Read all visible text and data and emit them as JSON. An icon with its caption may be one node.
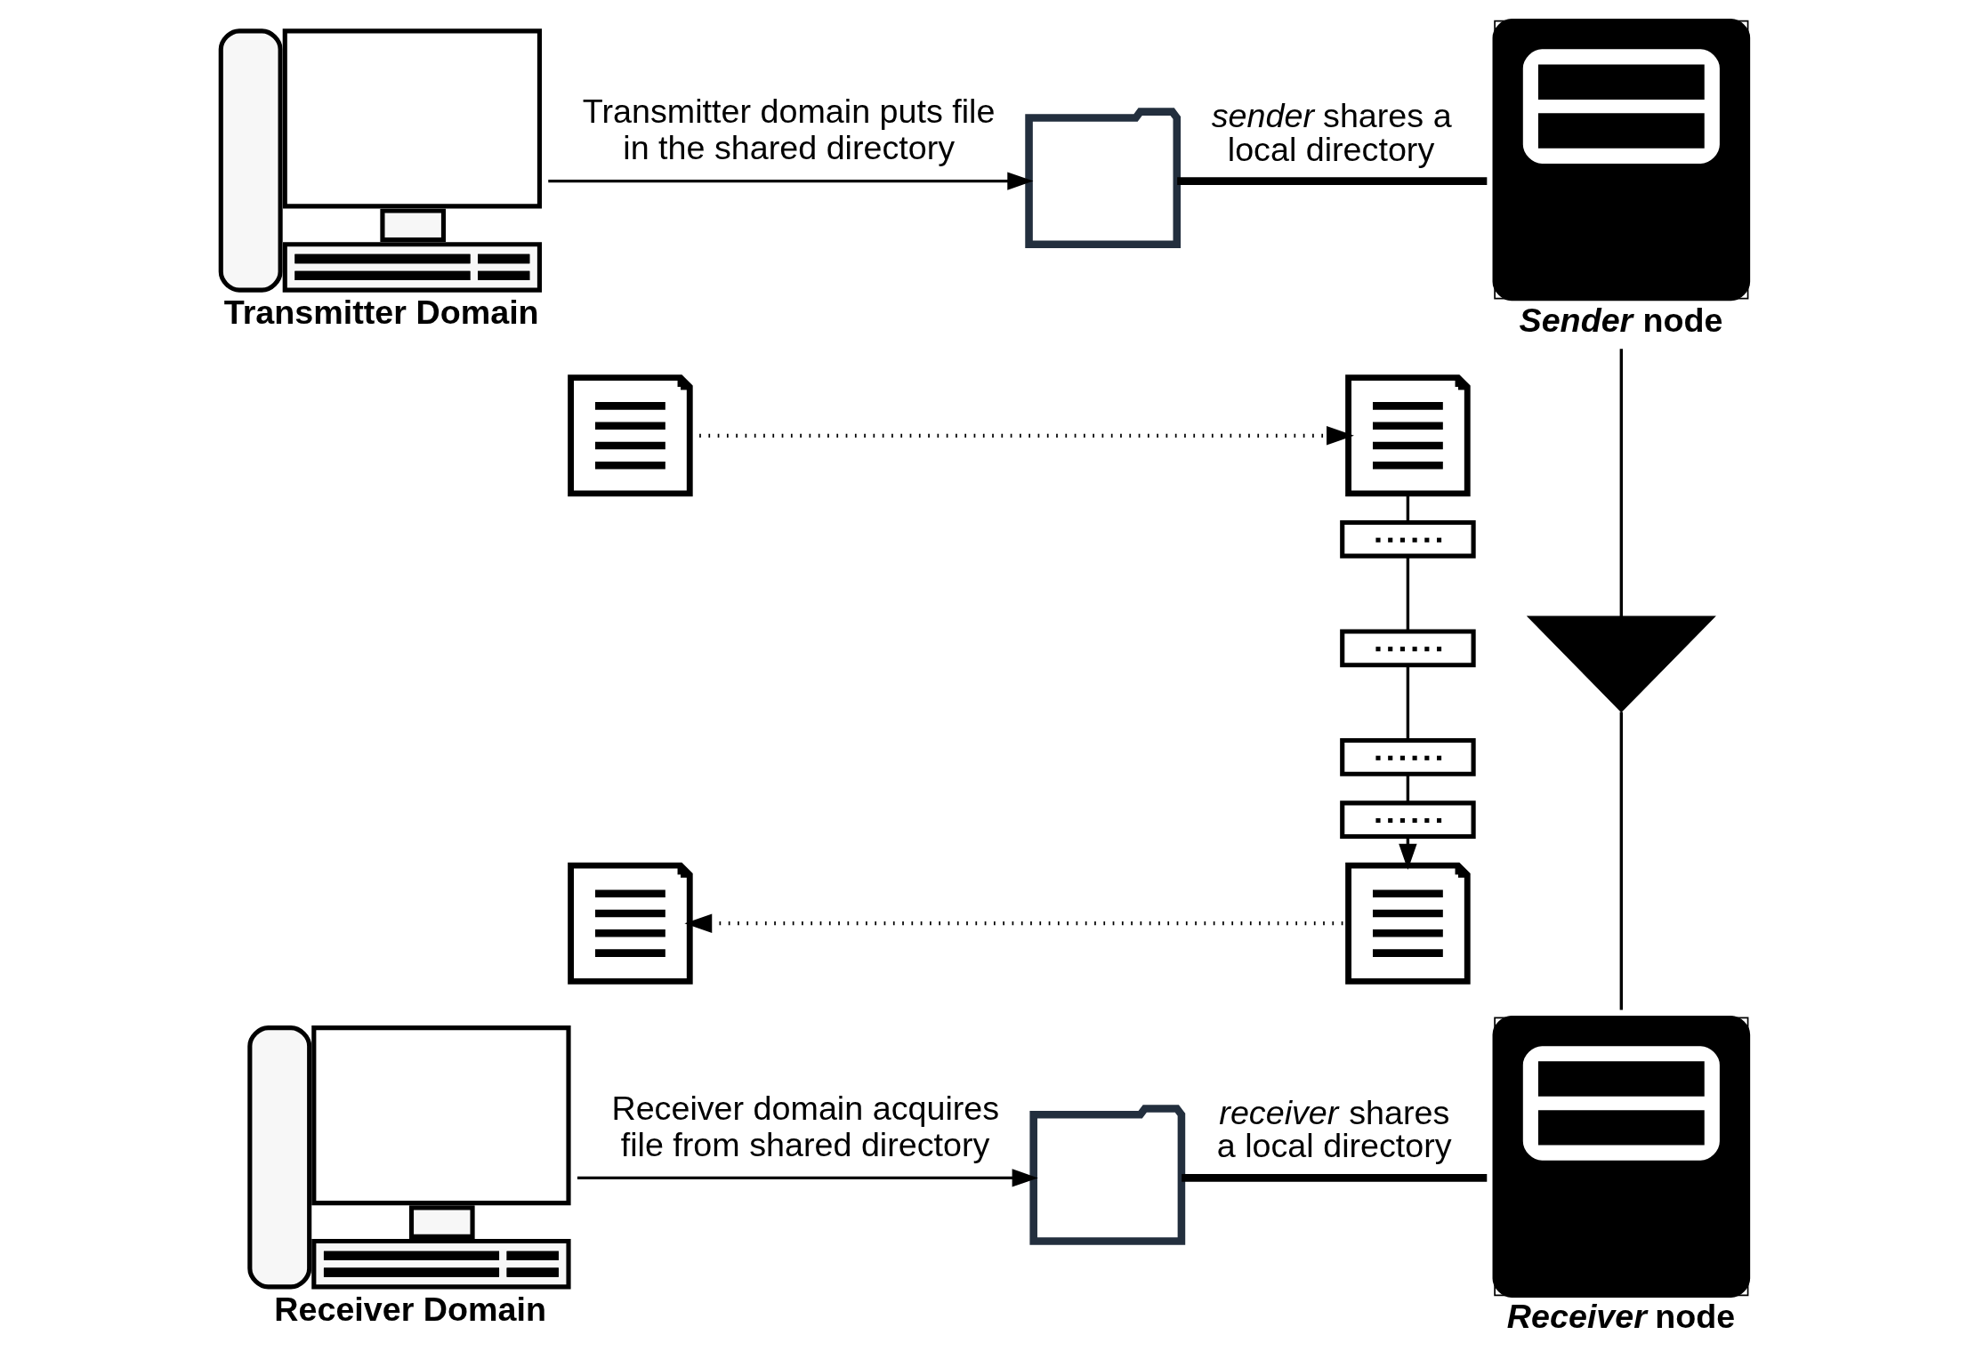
{
  "diagram": {
    "nodes": [
      {
        "text": [
          "Transmitter Domain"
        ]
      },
      {
        "text": [],
        "shape": "folder"
      },
      {
        "text": [
          "*Sender* node"
        ]
      },
      {
        "text": [],
        "shape": "document"
      },
      {
        "text": [],
        "shape": "document"
      },
      {
        "text": [],
        "shape": "box"
      },
      {
        "text": [],
        "shape": "box"
      },
      {
        "text": [],
        "shape": "box"
      },
      {
        "text": [],
        "shape": "box"
      },
      {
        "text": [],
        "shape": "diode"
      },
      {
        "text": [],
        "shape": "document"
      },
      {
        "text": [],
        "shape": "document"
      },
      {
        "text": [
          "Receiver Domain"
        ]
      },
      {
        "text": [],
        "shape": "folder"
      },
      {
        "text": [
          "*Receiver* node"
        ]
      }
    ],
    "edges": [
      {
        "from": 0,
        "to": 1,
        "arrow": "to",
        "label": "Transmitter domain puts file in the shared directory"
      },
      {
        "from": 1,
        "to": 2,
        "arrow": "none",
        "label": "*sender* shares a local directory",
        "style": "thick"
      },
      {
        "from": 3,
        "to": 4,
        "arrow": "to",
        "style": "dashed"
      },
      {
        "from": 4,
        "to": 5,
        "arrow": "none"
      },
      {
        "from": 5,
        "to": 6,
        "arrow": "none"
      },
      {
        "from": 6,
        "to": 7,
        "arrow": "none"
      },
      {
        "from": 7,
        "to": 8,
        "arrow": "none"
      },
      {
        "from": 8,
        "to": 11,
        "arrow": "to"
      },
      {
        "from": 2,
        "to": 9,
        "arrow": "none"
      },
      {
        "from": 9,
        "to": 14,
        "arrow": "none"
      },
      {
        "from": 11,
        "to": 10,
        "arrow": "to",
        "style": "dashed"
      },
      {
        "from": 12,
        "to": 13,
        "arrow": "to",
        "label": "Receiver domain acquires file from shared directory"
      },
      {
        "from": 13,
        "to": 14,
        "arrow": "none",
        "label": "*receiver* shares a local directory",
        "style": "thick"
      }
    ]
  }
}
